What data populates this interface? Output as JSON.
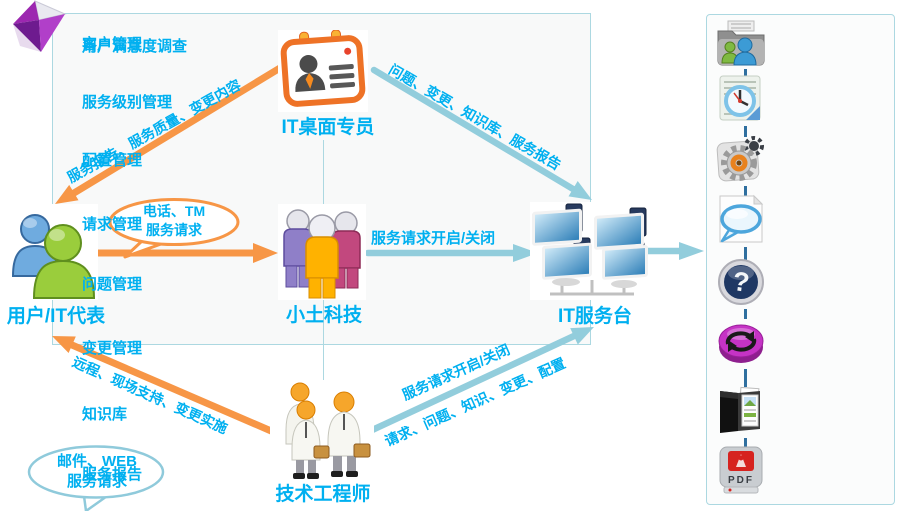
{
  "colors": {
    "accent_blue": "#00B0F0",
    "orange": "#F79646",
    "teal": "#92CDDC",
    "frame_border": "#ACD8E1"
  },
  "top": {
    "survey_label": "用户满意度调查"
  },
  "nodes": {
    "desktop_specialist": {
      "label": "IT桌面专员"
    },
    "user_rep": {
      "label": "用户/IT代表"
    },
    "xiaotu": {
      "label": "小土科技"
    },
    "service_desk": {
      "label": "IT服务台"
    },
    "engineer": {
      "label": "技术工程师"
    }
  },
  "flows": {
    "report_quality_change": "服务报告、服务质量、变更内容",
    "problem_change_kb_report": "问题、变更、知识库、服务报告",
    "request_open_close_mid": "服务请求开启/关闭",
    "request_open_close_bottom": "服务请求开启/关闭",
    "request_problem_knowledge": "请求、问题、知识、变更、配置",
    "remote_onsite_change": "远程、现场支持、变更实施",
    "phone_bubble": {
      "line1": "电话、TM",
      "line2": "服务请求"
    },
    "mail_bubble": {
      "line1": "邮件、WEB",
      "line2": "服务请求"
    }
  },
  "panel": {
    "items": [
      {
        "icon": "customer-folder-icon",
        "label": "客户管理"
      },
      {
        "icon": "sla-clock-icon",
        "label": "服务级别管理"
      },
      {
        "icon": "config-gear-icon",
        "label": "配置管理"
      },
      {
        "icon": "request-chat-icon",
        "label": "请求管理"
      },
      {
        "icon": "problem-question-icon",
        "label": "问题管理"
      },
      {
        "icon": "change-cycle-icon",
        "label": "变更管理"
      },
      {
        "icon": "knowledge-base-icon",
        "label": "知识库"
      },
      {
        "icon": "pdf-report-icon",
        "label": "服务报告"
      }
    ]
  }
}
